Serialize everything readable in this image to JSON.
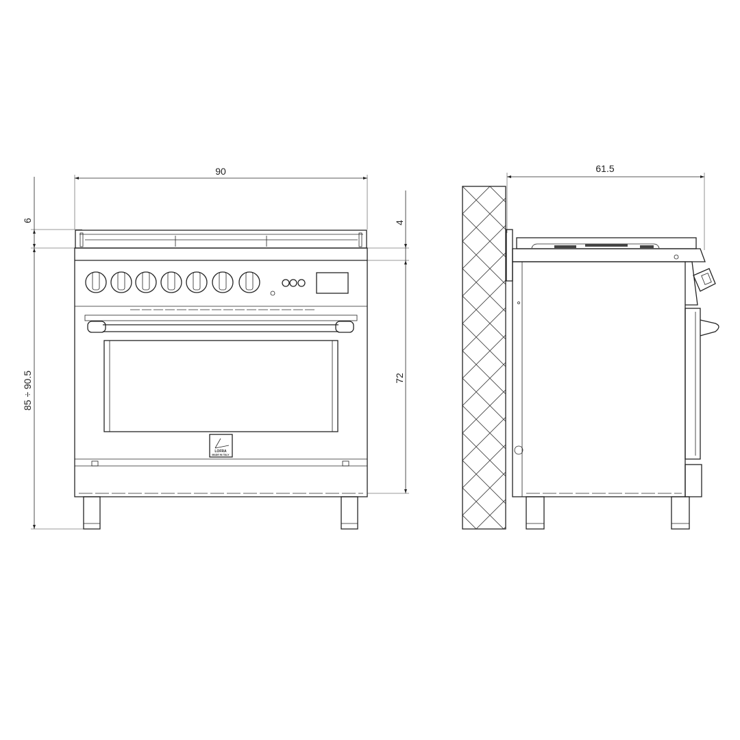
{
  "front_view": {
    "width_label": "90",
    "top_height_label": "6",
    "total_height_label": "85 ÷ 90.5",
    "trim_label": "4",
    "body_height_label": "72",
    "logo": {
      "brand": "LOFRA",
      "tagline": "MADE IN ITALY"
    },
    "knob_count": 7
  },
  "side_view": {
    "depth_label": "61.5"
  }
}
